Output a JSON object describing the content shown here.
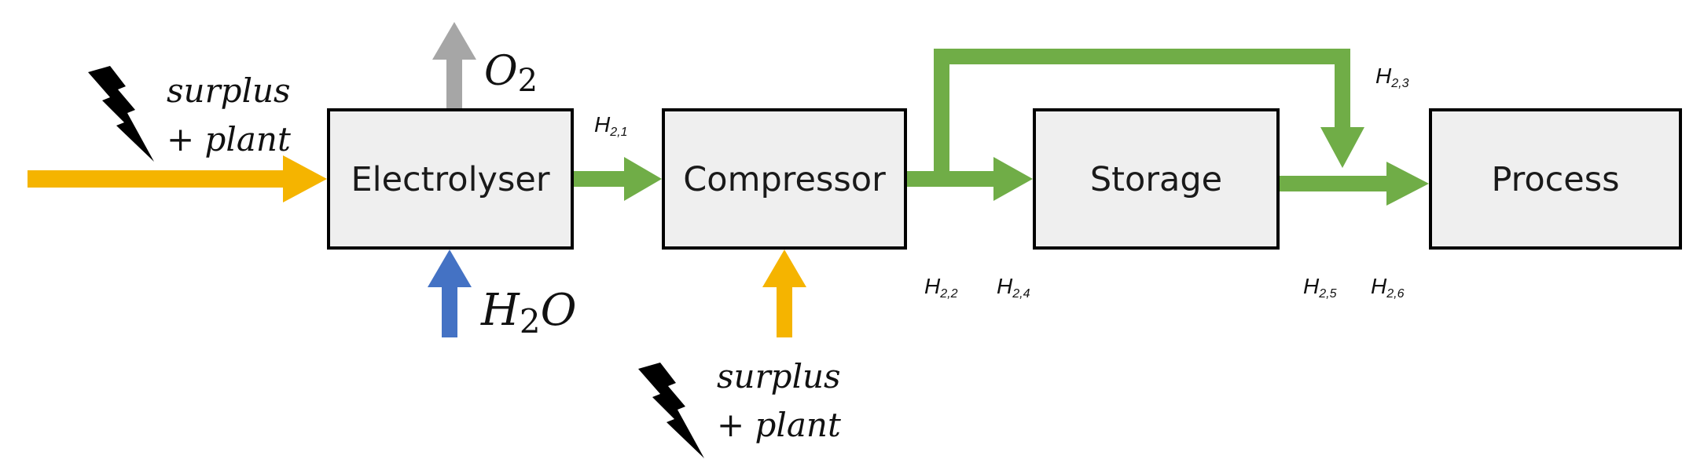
{
  "colors": {
    "power": "#F5B400",
    "hydrogen": "#70AD47",
    "oxygen": "#A6A6A6",
    "water": "#4472C4",
    "box_fill": "#EFEFEF",
    "box_stroke": "#000000"
  },
  "boxes": {
    "electrolyser": "Electrolyser",
    "compressor": "Compressor",
    "storage": "Storage",
    "process": "Process"
  },
  "inputs": {
    "power_in_1": {
      "line1": "surplus",
      "line2": "+ plant"
    },
    "power_in_2": {
      "line1": "surplus",
      "line2": "+ plant"
    },
    "water": {
      "base": "H",
      "sub": "2",
      "tail": "O"
    },
    "oxygen": {
      "base": "O",
      "sub": "2"
    }
  },
  "streams": {
    "h21": {
      "base": "H",
      "sub": "2,1"
    },
    "h22": {
      "base": "H",
      "sub": "2,2"
    },
    "h23": {
      "base": "H",
      "sub": "2,3"
    },
    "h24": {
      "base": "H",
      "sub": "2,4"
    },
    "h25": {
      "base": "H",
      "sub": "2,5"
    },
    "h26": {
      "base": "H",
      "sub": "2,6"
    }
  },
  "icons": [
    "lightning-bolt-icon",
    "lightning-bolt-icon"
  ]
}
